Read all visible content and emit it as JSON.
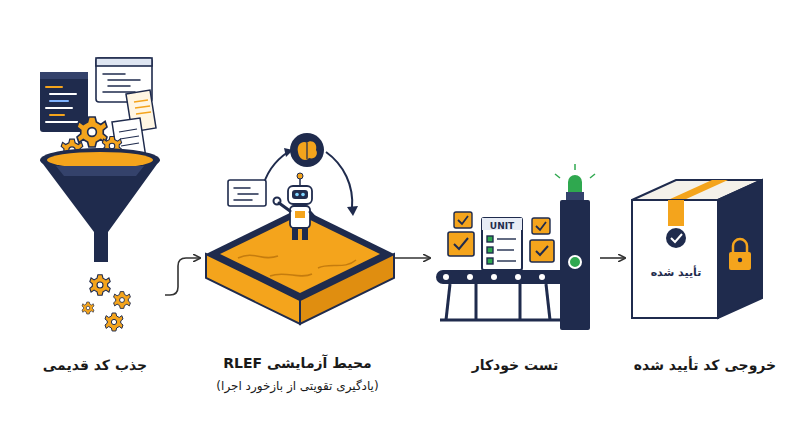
{
  "diagram": {
    "nodes": [
      {
        "text": [
          "جذب کد قدیمی"
        ]
      },
      {
        "text": [
          "محیط آزمایشی RLEF",
          "(یادگیری تقویتی از بازخورد اجرا)"
        ]
      },
      {
        "text": [
          "تست خودکار"
        ]
      },
      {
        "text": [
          "UNIT"
        ],
        "in": 2
      },
      {
        "text": [
          "خروجی کد تأیید شده"
        ]
      },
      {
        "text": [
          "تأیید شده"
        ],
        "in": 4
      }
    ],
    "edges": [
      {
        "from": 0,
        "to": 1,
        "arrow": "to"
      },
      {
        "from": 1,
        "to": 2,
        "arrow": "to"
      },
      {
        "from": 2,
        "to": 4,
        "arrow": "to"
      }
    ]
  }
}
